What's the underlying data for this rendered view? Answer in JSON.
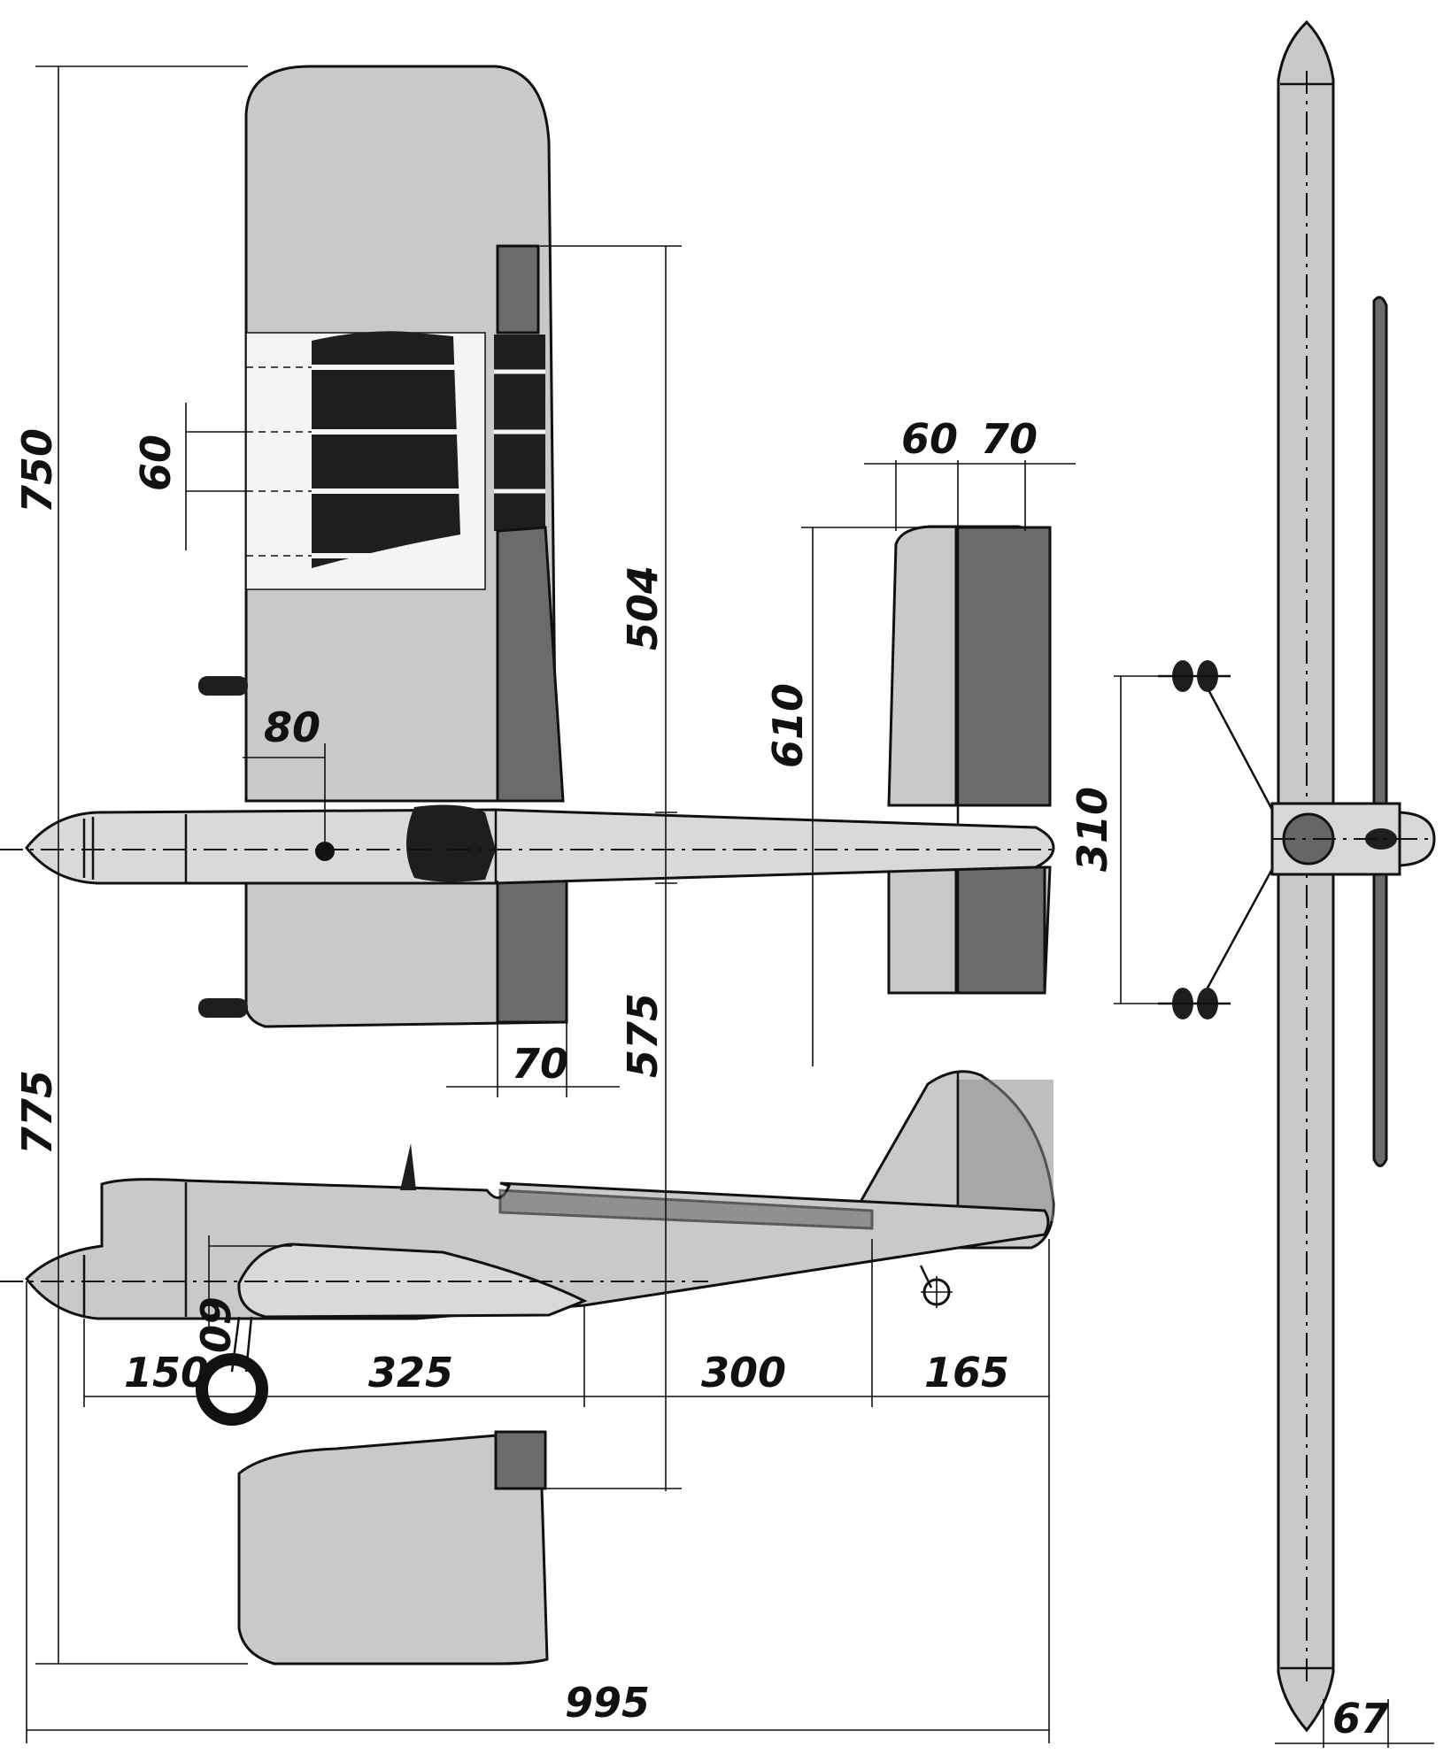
{
  "dimensions": {
    "wing_span_half_upper": "750",
    "rib_spacing": "60",
    "cg_position": "80",
    "stabilizer_span": "504",
    "stab_chord_front": "60",
    "stab_chord_rear": "70",
    "fin_span_offset": "610",
    "landing_gear_track": "310",
    "aileron_chord": "70",
    "wing_span_half_lower": "575",
    "total_span_lower": "775",
    "body_height": "60",
    "nose_section": "150",
    "forward_fuselage": "325",
    "tail_boom": "300",
    "tail_section": "165",
    "total_length": "995",
    "fuselage_width": "67"
  }
}
